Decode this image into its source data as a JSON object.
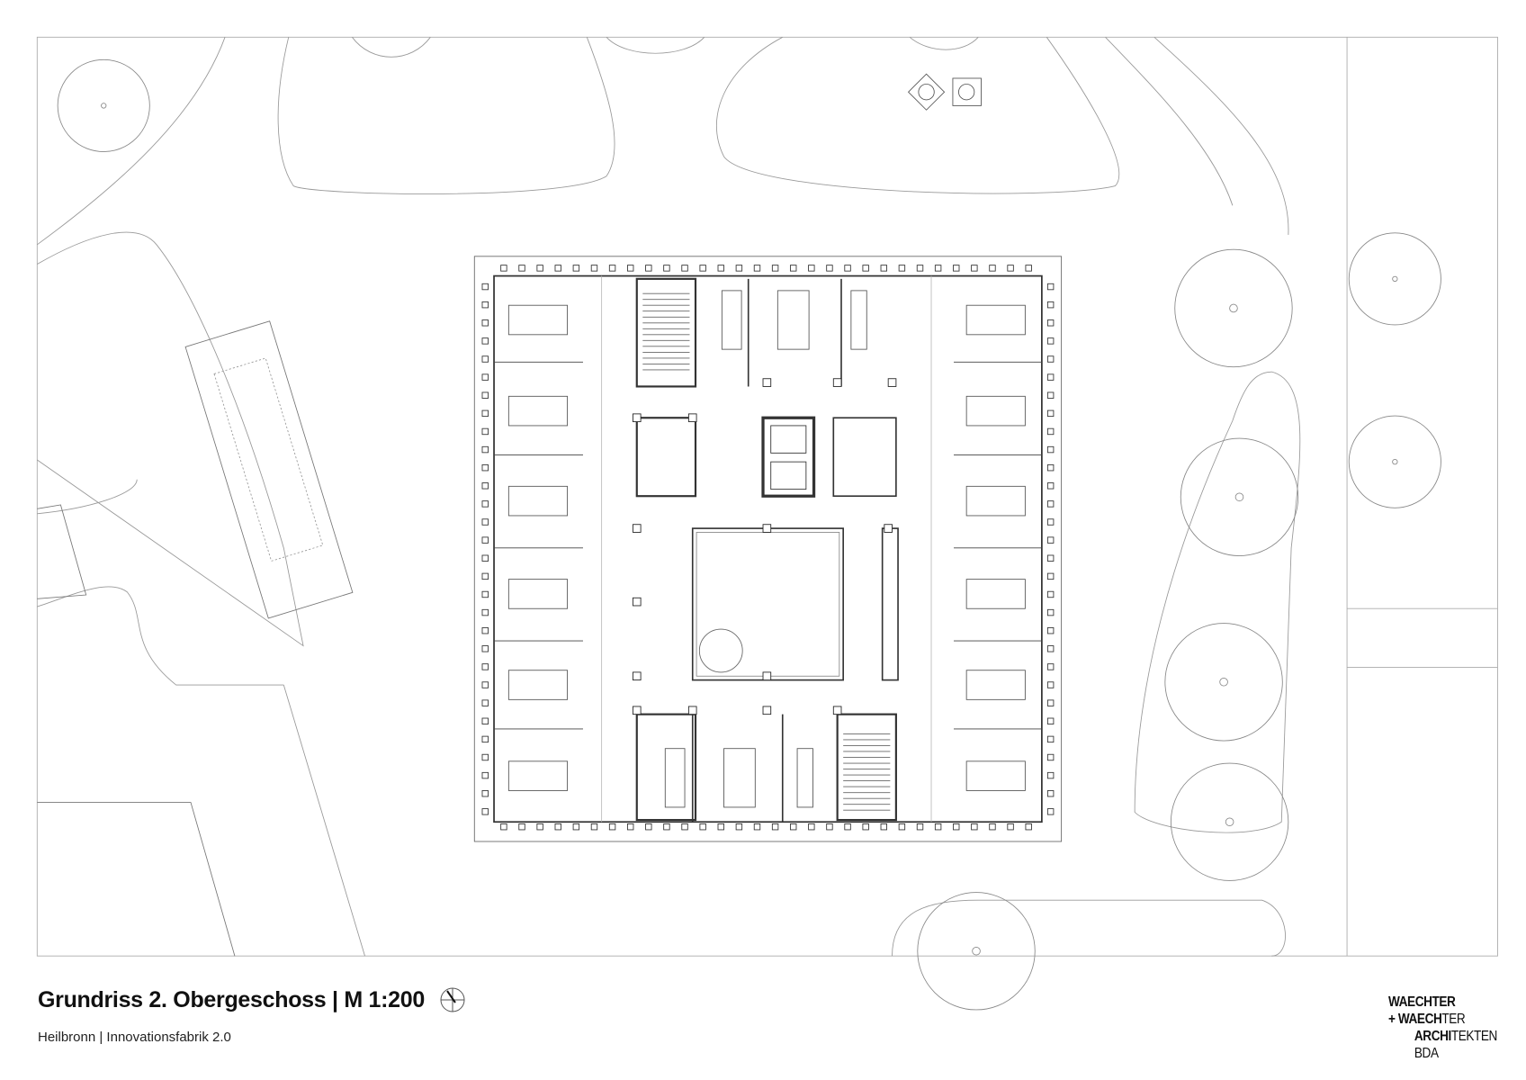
{
  "drawing": {
    "title": "Grundriss 2. Obergeschoss | M 1:200",
    "subtitle": "Heilbronn | Innovationsfabrik 2.0",
    "north_arrow_icon": "north-arrow-icon"
  },
  "logo": {
    "line1_bold": "WAECHTER",
    "line1_light": "",
    "line2_bold": "+ WAECH",
    "line2_light": "TER",
    "line3_bold": "ARCHI",
    "line3_light": "TEKTEN",
    "line4_light": "BDA"
  }
}
